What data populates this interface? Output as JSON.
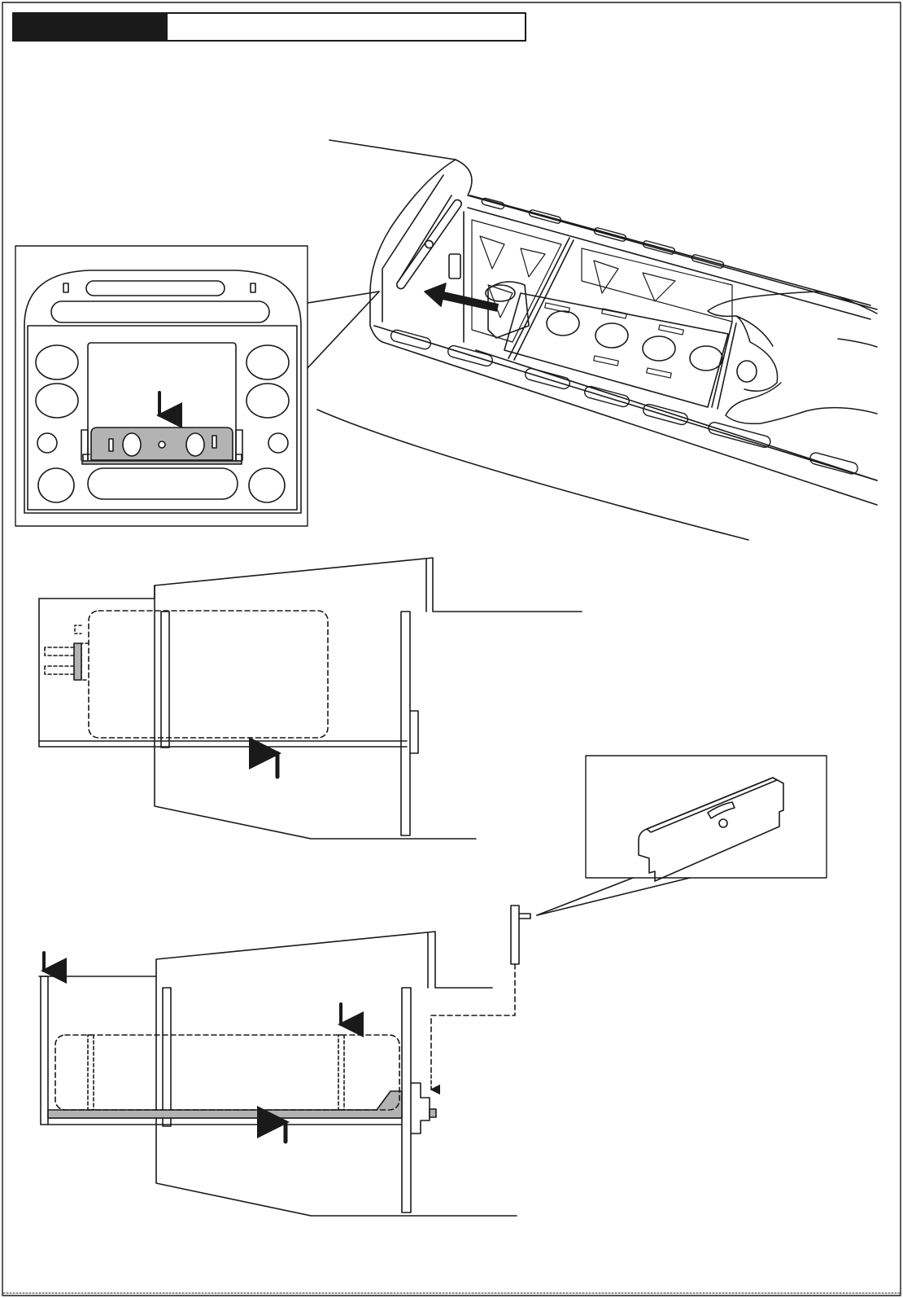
{
  "header": {
    "step_label": "",
    "step_title": ""
  },
  "colors": {
    "line": "#1a1a1a",
    "fill_gray": "#b3b3b3",
    "tab_black": "#1a1a1a",
    "paper": "#ffffff"
  },
  "icons": [
    "arrow-icon",
    "hand-icon"
  ],
  "figures": [
    "fuselage-perspective-view",
    "former-detail-inset",
    "side-section-view-upper",
    "part-detail-inset",
    "side-section-view-lower"
  ]
}
